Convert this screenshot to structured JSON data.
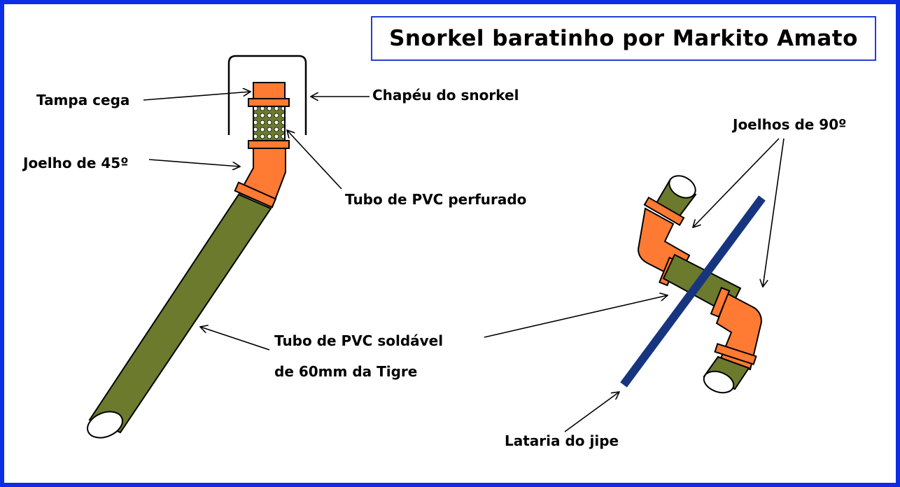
{
  "title": "Snorkel baratinho por Markito Amato",
  "labels": {
    "tampa_cega": "Tampa cega",
    "chapeu": "Chapéu do snorkel",
    "joelho_45": "Joelho de 45º",
    "tubo_perfurado": "Tubo de PVC perfurado",
    "joelhos_90": "Joelhos de 90º",
    "tubo_soldavel_line1": "Tubo de PVC soldável",
    "tubo_soldavel_line2": "de 60mm da Tigre",
    "lataria": "Lataria do jipe"
  },
  "colors": {
    "border": "#0c2de4",
    "pipe_olive": "#6b7a2c",
    "fitting_orange": "#ff7a33",
    "panel_blue": "#17357f",
    "outline": "#000000"
  }
}
